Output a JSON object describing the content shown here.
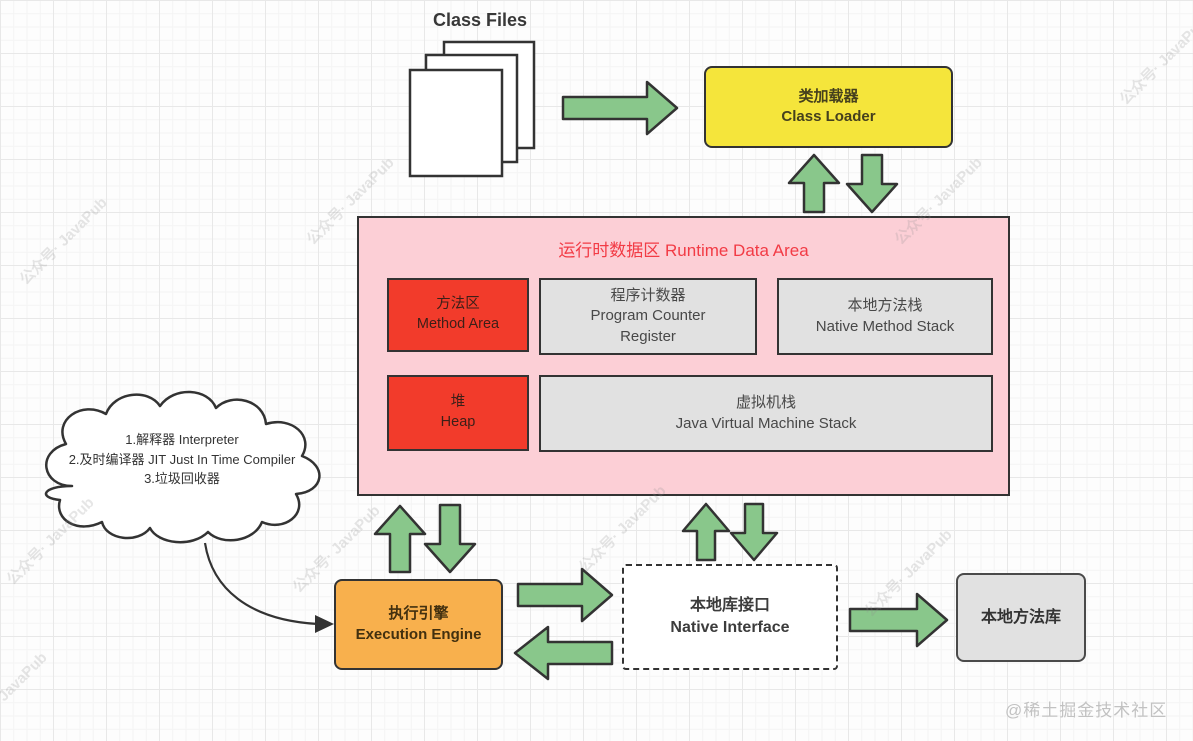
{
  "page": {
    "watermark": "公众号· JavaPub",
    "attribution": "@稀土掘金技术社区"
  },
  "diagram": {
    "class_files": {
      "label": "Class Files"
    },
    "class_loader": {
      "zh": "类加载器",
      "en": "Class Loader"
    },
    "runtime_area": {
      "title": "运行时数据区 Runtime Data Area",
      "method_area": {
        "zh": "方法区",
        "en": "Method Area"
      },
      "program_counter": {
        "zh": "程序计数器",
        "en": "Program Counter Register"
      },
      "native_method_stack": {
        "zh": "本地方法栈",
        "en": "Native Method Stack"
      },
      "heap": {
        "zh": "堆",
        "en": "Heap"
      },
      "jvm_stack": {
        "zh": "虚拟机栈",
        "en": "Java Virtual Machine Stack"
      }
    },
    "execution_engine": {
      "zh": "执行引擎",
      "en": "Execution Engine"
    },
    "native_interface": {
      "zh": "本地库接口",
      "en": "Native Interface"
    },
    "native_method_library": {
      "zh": "本地方法库"
    },
    "cloud_note": {
      "line1": "1.解释器 Interpreter",
      "line2": "2.及时编译器 JIT Just In Time Compiler",
      "line3": "3.垃圾回收器"
    },
    "colors": {
      "class_loader_fill": "#F5E53B",
      "runtime_area_fill": "#FCCFD6",
      "runtime_title_text": "#F23B45",
      "hot_block_fill": "#F23B2B",
      "gray_block_fill": "#E1E1E1",
      "execution_engine_fill": "#F8B04D",
      "arrow_fill": "#89C78B",
      "outline": "#333333"
    }
  }
}
